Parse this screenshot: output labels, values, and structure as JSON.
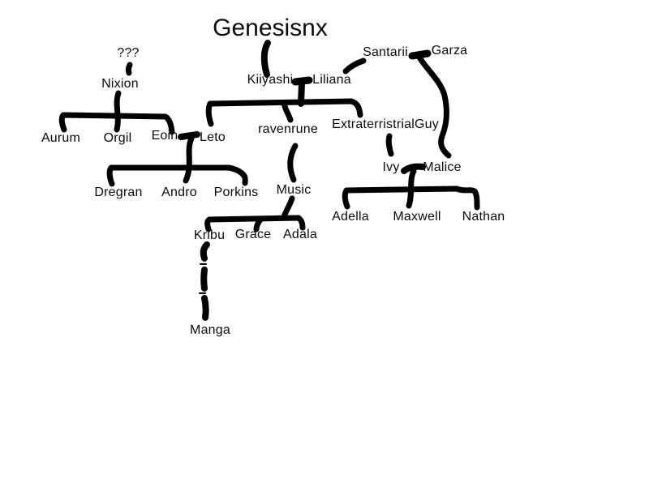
{
  "title": "Genesisnx",
  "people": {
    "unknown": "???",
    "nixion": "Nixion",
    "kiiyashi": "Kiiyashi",
    "liliana": "Liliana",
    "santarii": "Santarii",
    "garza": "Garza",
    "aurum": "Aurum",
    "orgil": "Orgil",
    "eoin": "Eoin",
    "leto": "Leto",
    "ravenrune": "ravenrune",
    "extraterristrialguy": "ExtraterristrialGuy",
    "dregran": "Dregran",
    "andro": "Andro",
    "porkins": "Porkins",
    "music": "Music",
    "ivy": "Ivy",
    "malice": "Malice",
    "kribu": "Kribu",
    "grace": "Grace",
    "adala": "Adala",
    "adella": "Adella",
    "maxwell": "Maxwell",
    "nathan": "Nathan",
    "manga": "Manga"
  },
  "tree": {
    "couples": [
      [
        "Kiiyashi",
        "Liliana"
      ],
      [
        "Santarii",
        "Garza"
      ],
      [
        "Eoin",
        "Leto"
      ],
      [
        "Ivy",
        "Malice"
      ]
    ],
    "child_brackets": [
      {
        "parents": "Nixion",
        "children": [
          "Aurum",
          "Orgil",
          "Eoin"
        ]
      },
      {
        "parents": "Kiiyashi+Liliana",
        "children": [
          "Leto",
          "ravenrune",
          "ExtraterristrialGuy"
        ]
      },
      {
        "parents": "Eoin+Leto",
        "children": [
          "Dregran",
          "Andro",
          "Porkins"
        ]
      },
      {
        "parents": "Music",
        "children": [
          "Kribu",
          "Grace",
          "Adala"
        ]
      },
      {
        "parents": "Ivy+Malice",
        "children": [
          "Adella",
          "Maxwell",
          "Nathan"
        ]
      }
    ],
    "single_links": [
      {
        "from": "Genesisnx",
        "to": "Kiiyashi",
        "style": "solid"
      },
      {
        "from": "???",
        "to": "Nixion",
        "style": "solid"
      },
      {
        "from": "Liliana",
        "to": "Santarii",
        "style": "solid"
      },
      {
        "from": "Garza",
        "to": "Malice",
        "style": "solid-wavy"
      },
      {
        "from": "ravenrune",
        "to": "Music",
        "style": "solid"
      },
      {
        "from": "ExtraterristrialGuy",
        "to": "Ivy",
        "style": "solid"
      },
      {
        "from": "Kribu",
        "to": "Manga",
        "style": "dashed"
      }
    ]
  },
  "colors": {
    "ink": "#000000",
    "background": "#ffffff"
  }
}
